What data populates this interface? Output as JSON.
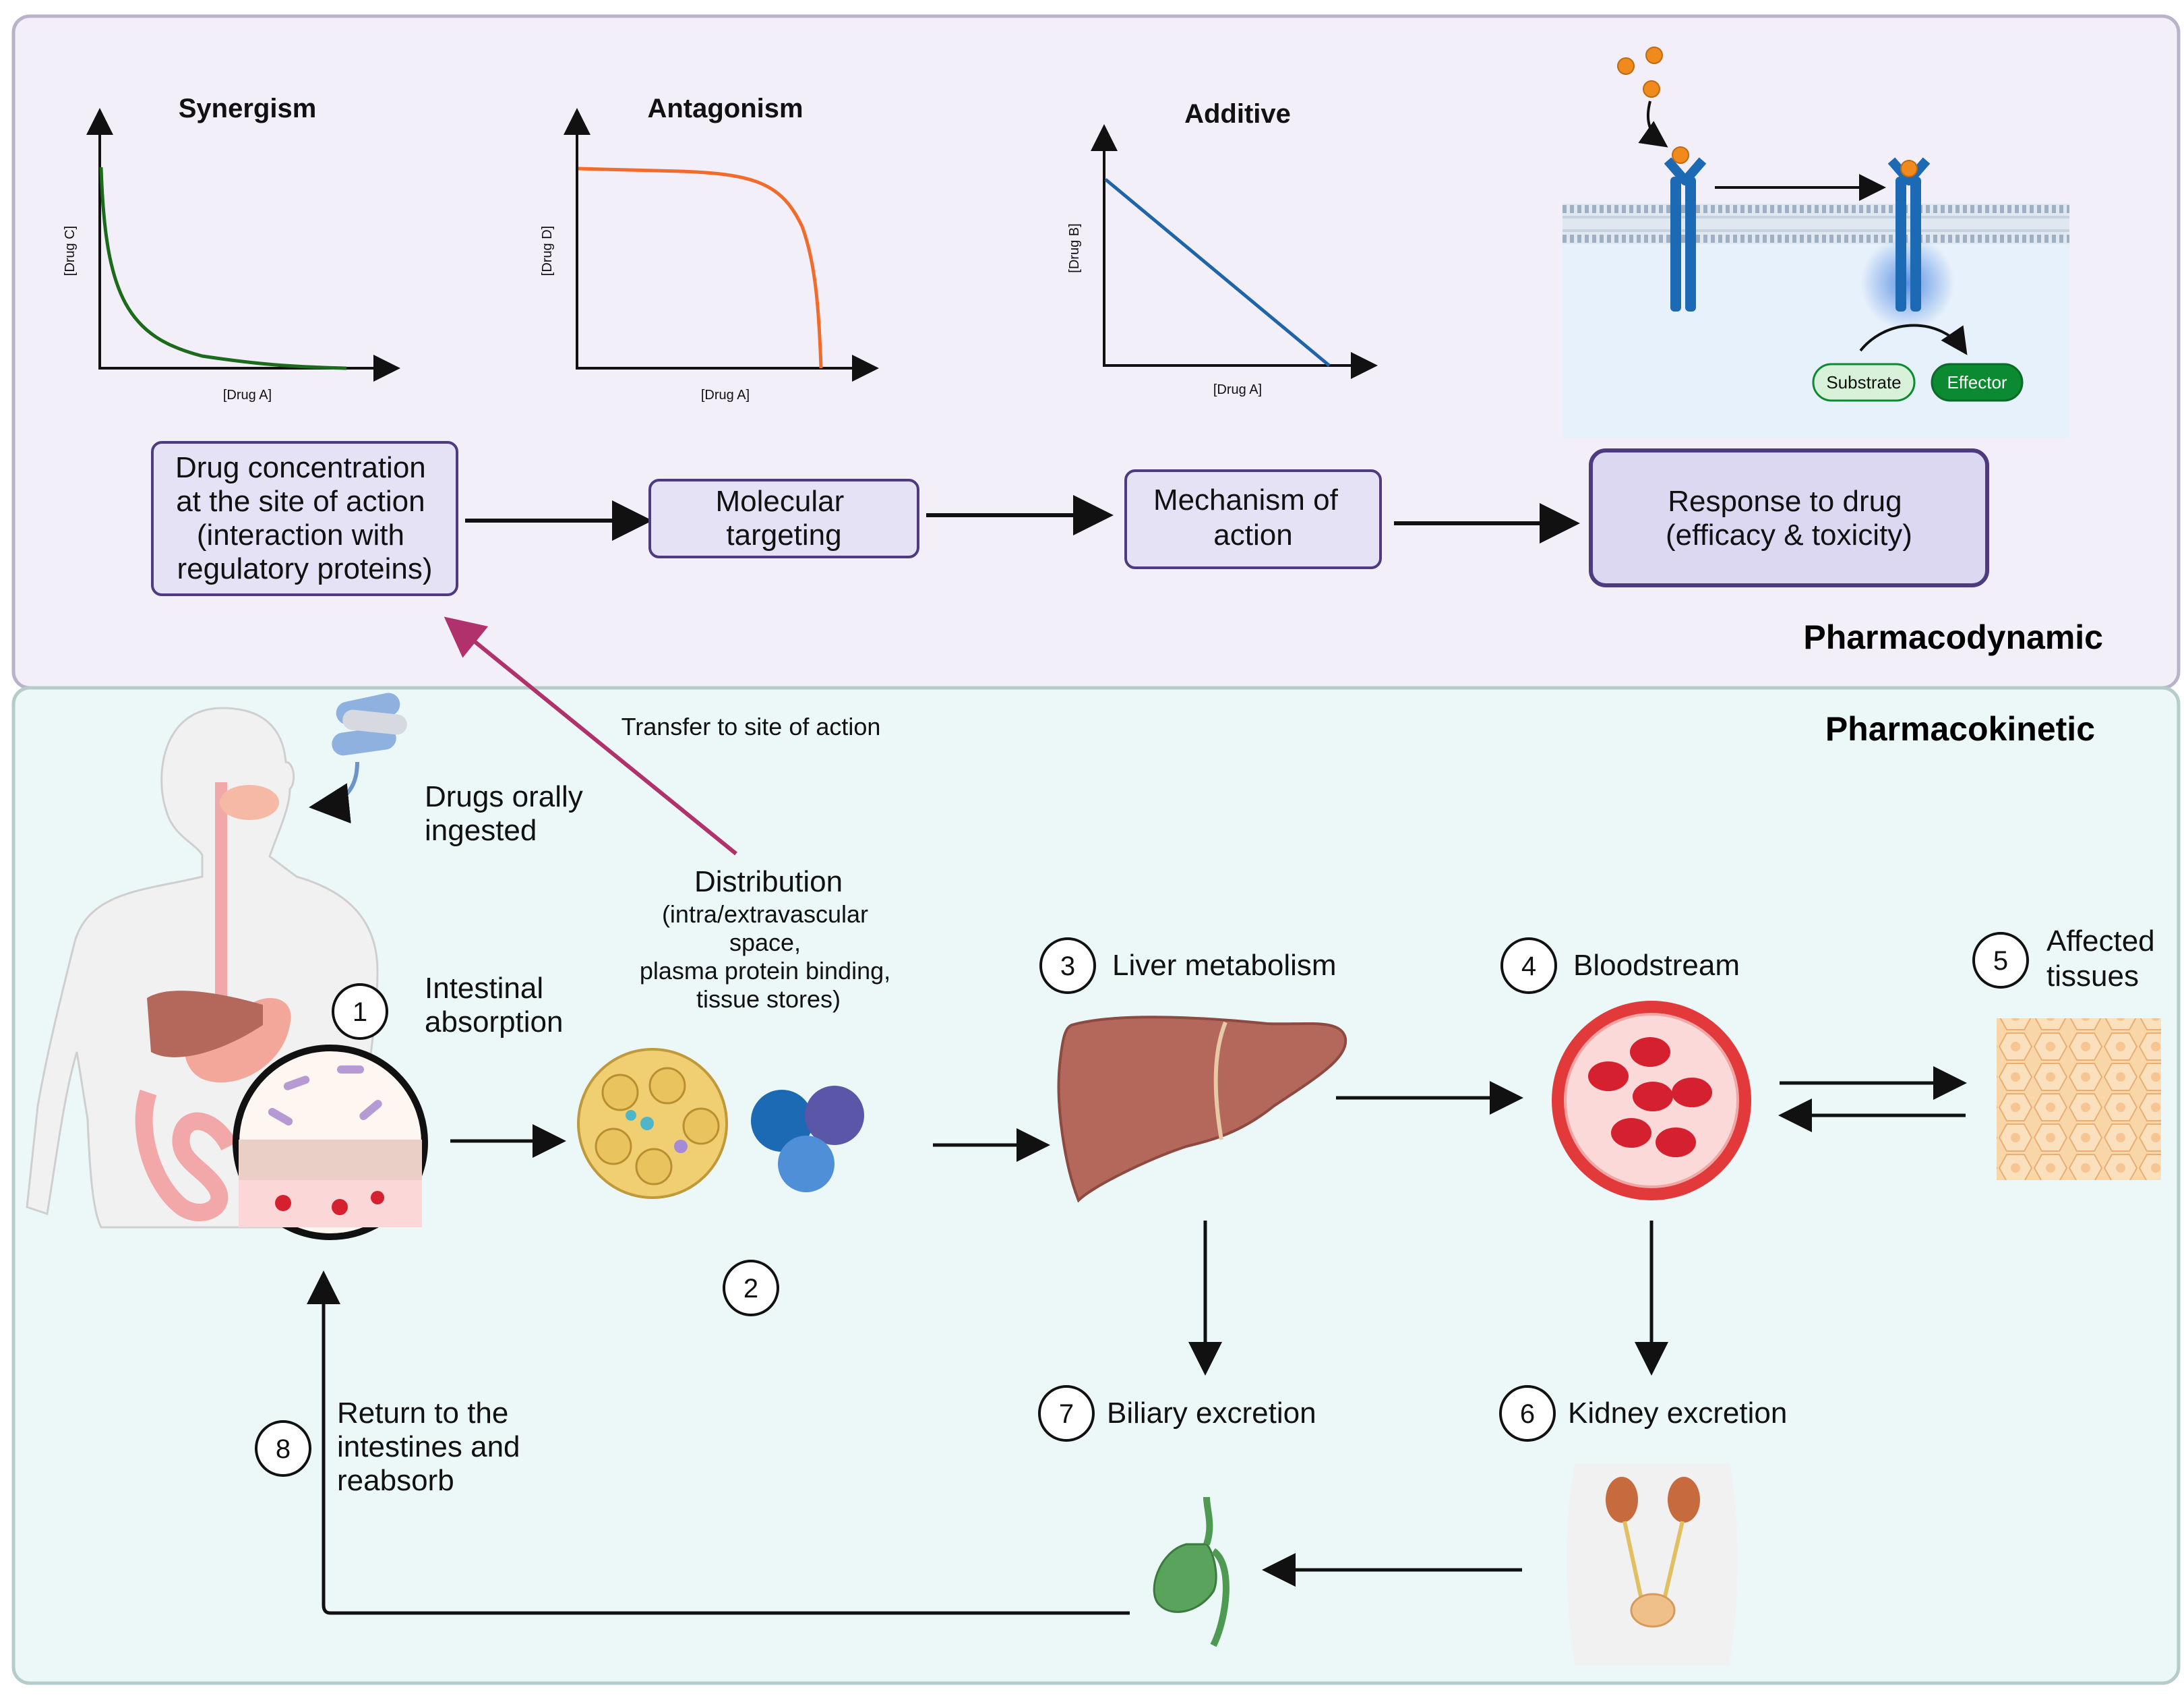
{
  "sections": {
    "pharmacodynamic": "Pharmacodynamic",
    "pharmacokinetic": "Pharmacokinetic"
  },
  "plots": {
    "synergism": {
      "title": "Synergism",
      "xlabel": "[Drug A]",
      "ylabel": "[Drug C]"
    },
    "antagonism": {
      "title": "Antagonism",
      "xlabel": "[Drug A]",
      "ylabel": "[Drug D]"
    },
    "additive": {
      "title": "Additive",
      "xlabel": "[Drug A]",
      "ylabel": "[Drug B]"
    }
  },
  "receptor": {
    "substrate": "Substrate",
    "effector": "Effector"
  },
  "flow": {
    "drug_concentration": [
      "Drug concentration",
      "at the site of action",
      "(interaction with",
      "regulatory proteins)"
    ],
    "molecular_targeting": [
      "Molecular",
      "targeting"
    ],
    "mechanism": [
      "Mechanism of",
      "action"
    ],
    "response": [
      "Response to drug",
      "(efficacy & toxicity)"
    ]
  },
  "transfer_label": "Transfer to site of action",
  "steps": {
    "oral": [
      "Drugs orally",
      "ingested"
    ],
    "absorption": {
      "num": "1",
      "lines": [
        "Intestinal",
        "absorption"
      ]
    },
    "distribution": {
      "num": "2",
      "title": "Distribution",
      "lines": [
        "(intra/extravascular",
        "space,",
        "plasma protein binding,",
        "tissue stores)"
      ]
    },
    "liver": {
      "num": "3",
      "label": "Liver metabolism"
    },
    "bloodstream": {
      "num": "4",
      "label": "Bloodstream"
    },
    "tissues": {
      "num": "5",
      "lines": [
        "Affected",
        "tissues"
      ]
    },
    "kidney": {
      "num": "6",
      "label": "Kidney excretion"
    },
    "biliary": {
      "num": "7",
      "label": "Biliary excretion"
    },
    "return": {
      "num": "8",
      "lines": [
        "Return to the",
        "intestines and",
        "reabsorb"
      ]
    }
  },
  "colors": {
    "pd_background": "#f3eff9",
    "pk_background": "#ebf8f7",
    "box_fill": "#e6e2f6",
    "box_border": "#4d3a7f",
    "synergism_curve": "#1b6b1b",
    "antagonism_curve": "#f26b2a",
    "additive_line": "#1f64a8",
    "transfer_arrow": "#b0316b",
    "effector": "#0b8a32",
    "liver": "#b4685c",
    "blood": "#d4202f"
  }
}
